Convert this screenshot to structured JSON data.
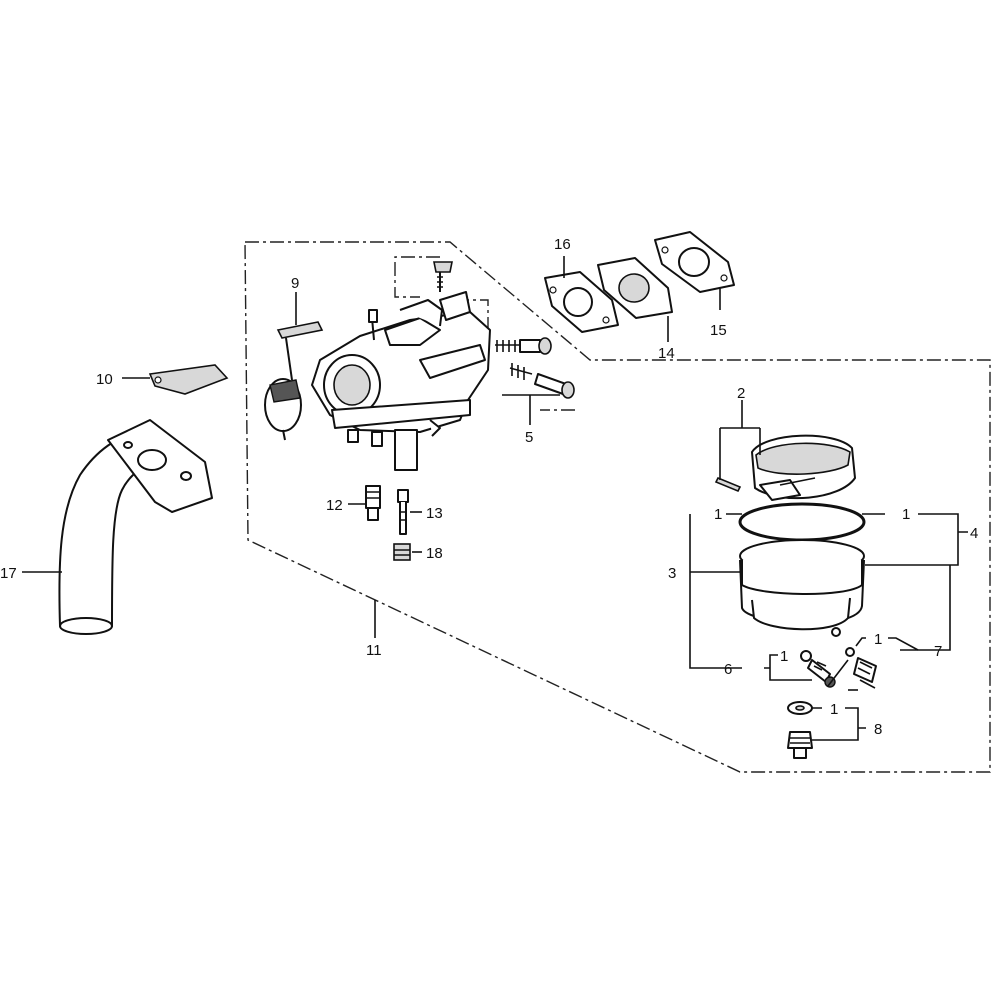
{
  "callouts": {
    "c1_a": "1",
    "c1_b": "1",
    "c1_c": "1",
    "c1_d": "1",
    "c1_e": "1",
    "c2": "2",
    "c3": "3",
    "c4": "4",
    "c5": "5",
    "c6": "6",
    "c7": "7",
    "c8": "8",
    "c9": "9",
    "c10": "10",
    "c11": "11",
    "c12": "12",
    "c13": "13",
    "c14": "14",
    "c15": "15",
    "c16": "16",
    "c17": "17",
    "c18": "18"
  }
}
